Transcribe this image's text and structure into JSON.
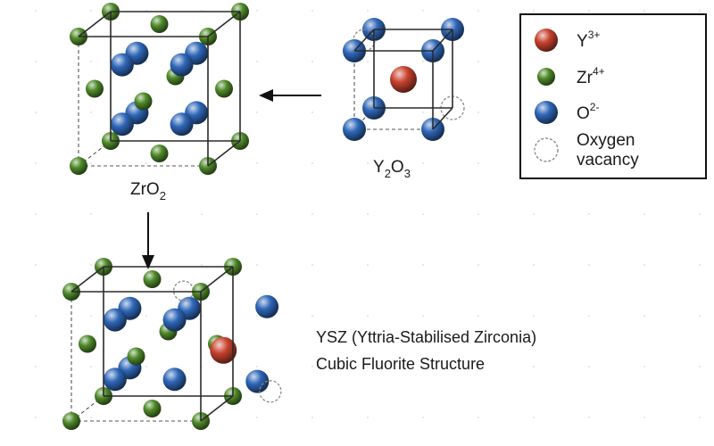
{
  "colors": {
    "yttrium": "#c8422e",
    "zirconium": "#4f8a2a",
    "oxygen": "#2f67b8",
    "vacancy": "#8a8a8a",
    "edge": "#2a2a2a"
  },
  "icons": {
    "yttrium": "red-sphere-icon",
    "zirconium": "green-sphere-icon",
    "oxygen": "blue-sphere-icon",
    "vacancy": "dashed-circle-icon",
    "arrow": "arrow-icon"
  },
  "legend": {
    "items": [
      {
        "key": "yttrium",
        "symbol": "Y",
        "charge": "3+"
      },
      {
        "key": "zirconium",
        "symbol": "Zr",
        "charge": "4+"
      },
      {
        "key": "oxygen",
        "symbol": "O",
        "charge": "2-"
      },
      {
        "key": "vacancy",
        "line1": "Oxygen",
        "line2": "vacancy"
      }
    ]
  },
  "labels": {
    "zro2": {
      "main": "ZrO",
      "sub": "2"
    },
    "y2o3": {
      "a": "Y",
      "sub1": "2",
      "b": "O",
      "sub2": "3"
    },
    "ysz_line1": "YSZ (Yttria-Stabilised Zirconia)",
    "ysz_line2": "Cubic Fluorite Structure"
  }
}
